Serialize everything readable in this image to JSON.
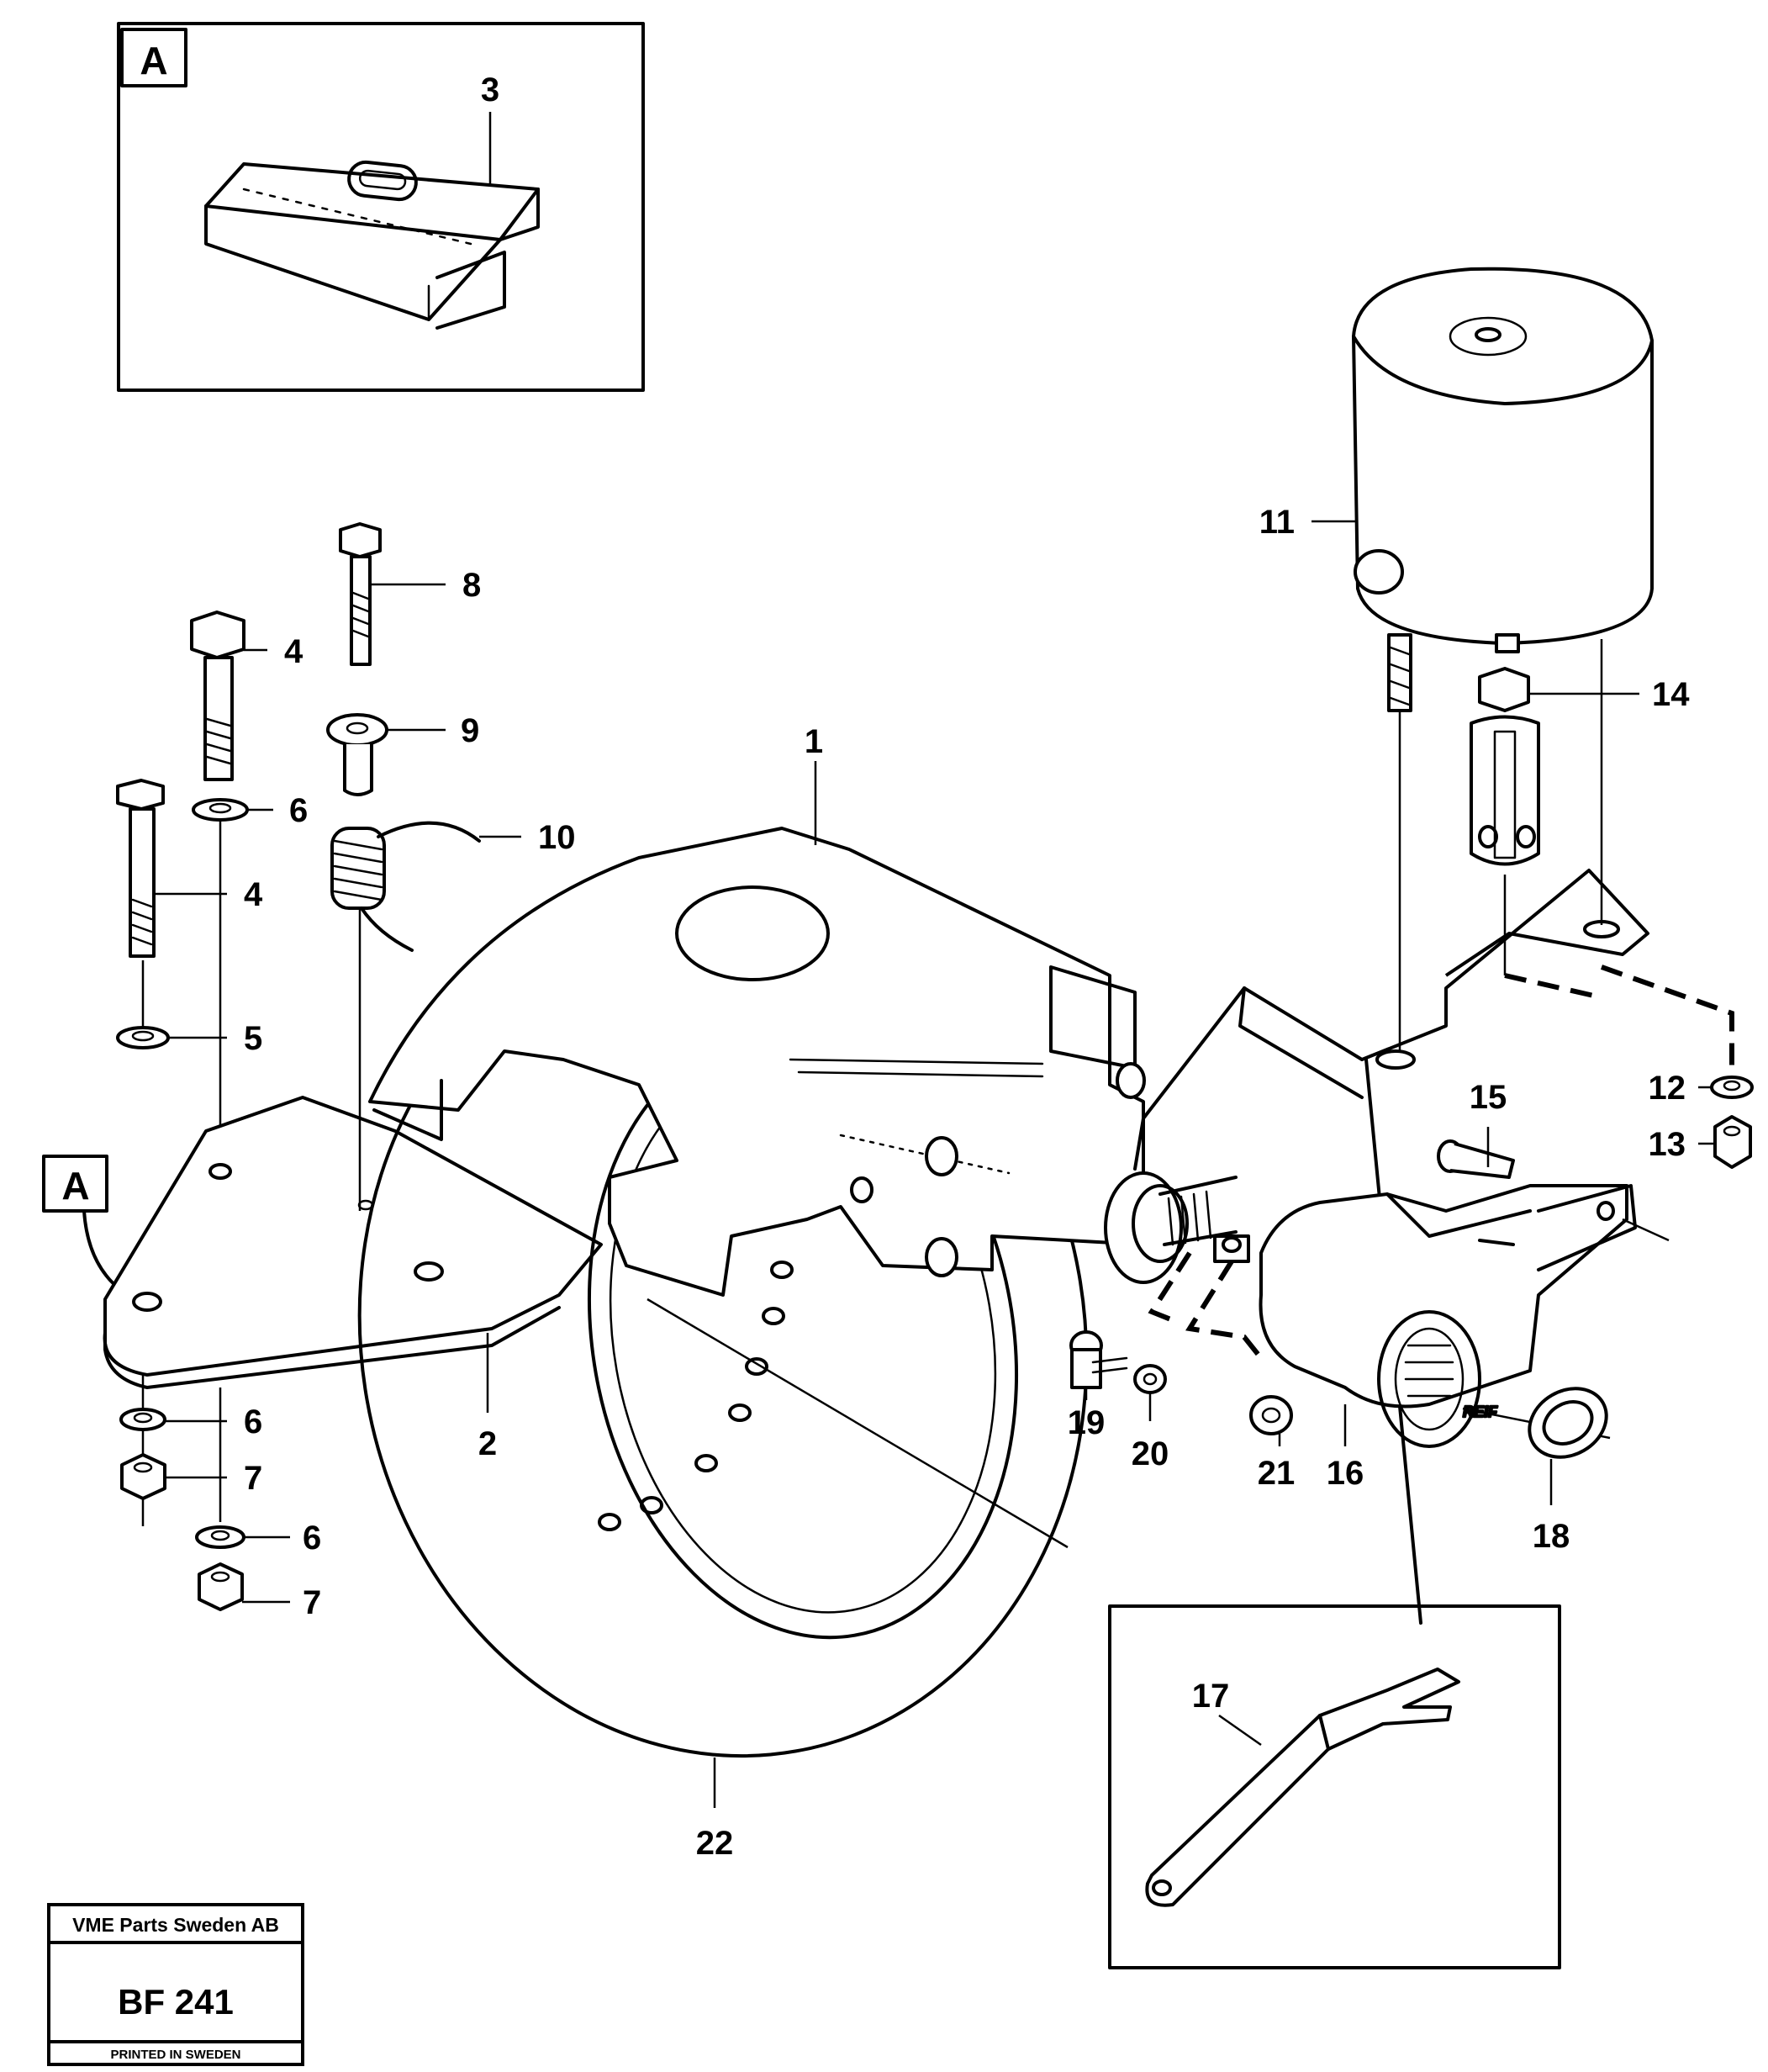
{
  "detail_labels": {
    "detail_a_box": "A",
    "detail_a_pointer": "A"
  },
  "callouts": {
    "c1": "1",
    "c2": "2",
    "c3": "3",
    "c4a": "4",
    "c4b": "4",
    "c5": "5",
    "c6a": "6",
    "c6b": "6",
    "c6c": "6",
    "c7a": "7",
    "c7b": "7",
    "c8": "8",
    "c9": "9",
    "c10": "10",
    "c11": "11",
    "c12": "12",
    "c13": "13",
    "c14": "14",
    "c15": "15",
    "c16": "16",
    "c17": "17",
    "c18": "18",
    "c19": "19",
    "c20": "20",
    "c21": "21",
    "c22": "22"
  },
  "stamp": {
    "company": "VME Parts Sweden AB",
    "code": "BF 241",
    "printed": "PRINTED IN SWEDEN"
  },
  "part_markings": {
    "housing_text": "REIF"
  }
}
